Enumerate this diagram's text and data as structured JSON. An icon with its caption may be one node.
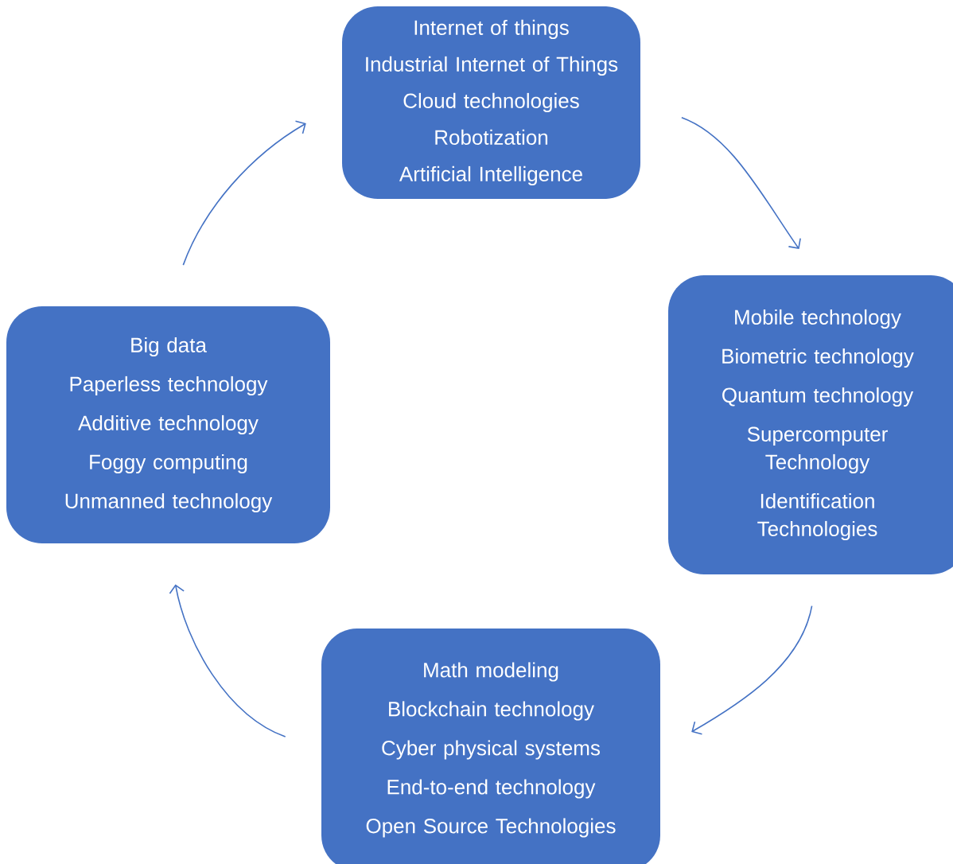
{
  "diagram": {
    "nodes": [
      {
        "text": [
          "Internet of things",
          "Industrial Internet of Things",
          "Cloud technologies",
          "Robotization",
          "Artificial Intelligence"
        ]
      },
      {
        "text": [
          "Mobile technology",
          "Biometric technology",
          "Quantum technology",
          "Supercomputer Technology",
          "Identification Technologies"
        ]
      },
      {
        "text": [
          "Math modeling",
          "Blockchain technology",
          "Cyber physical systems",
          "End-to-end technology",
          "Open Source Technologies"
        ]
      },
      {
        "text": [
          "Big data",
          "Paperless technology",
          "Additive technology",
          "Foggy computing",
          "Unmanned technology"
        ]
      }
    ],
    "edges": [
      {
        "from": 0,
        "to": 1,
        "arrow": "to"
      },
      {
        "from": 1,
        "to": 2,
        "arrow": "to"
      },
      {
        "from": 2,
        "to": 3,
        "arrow": "to"
      },
      {
        "from": 3,
        "to": 0,
        "arrow": "to"
      }
    ]
  }
}
